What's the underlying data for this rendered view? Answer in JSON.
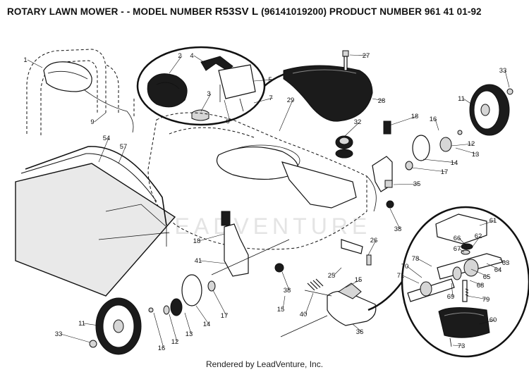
{
  "header": {
    "title_prefix": "ROTARY LAWN MOWER - - MODEL NUMBER",
    "model": "R53SV L",
    "title_suffix": "(96141019200) PRODUCT NUMBER 961 41 01-92"
  },
  "watermark": "LEADVENTURE",
  "footer": {
    "credit": "Rendered by LeadVenture, Inc."
  },
  "callouts": [
    "1",
    "2",
    "3",
    "4",
    "5",
    "6",
    "7",
    "9",
    "11",
    "11",
    "12",
    "12",
    "13",
    "13",
    "14",
    "14",
    "15",
    "15",
    "16",
    "16",
    "17",
    "17",
    "18",
    "18",
    "25",
    "26",
    "27",
    "28",
    "29",
    "32",
    "33",
    "33",
    "35",
    "36",
    "38",
    "38",
    "40",
    "41",
    "54",
    "57",
    "60",
    "61",
    "62",
    "63",
    "64",
    "65",
    "66",
    "67",
    "68",
    "69",
    "70",
    "71",
    "73",
    "78",
    "79"
  ]
}
